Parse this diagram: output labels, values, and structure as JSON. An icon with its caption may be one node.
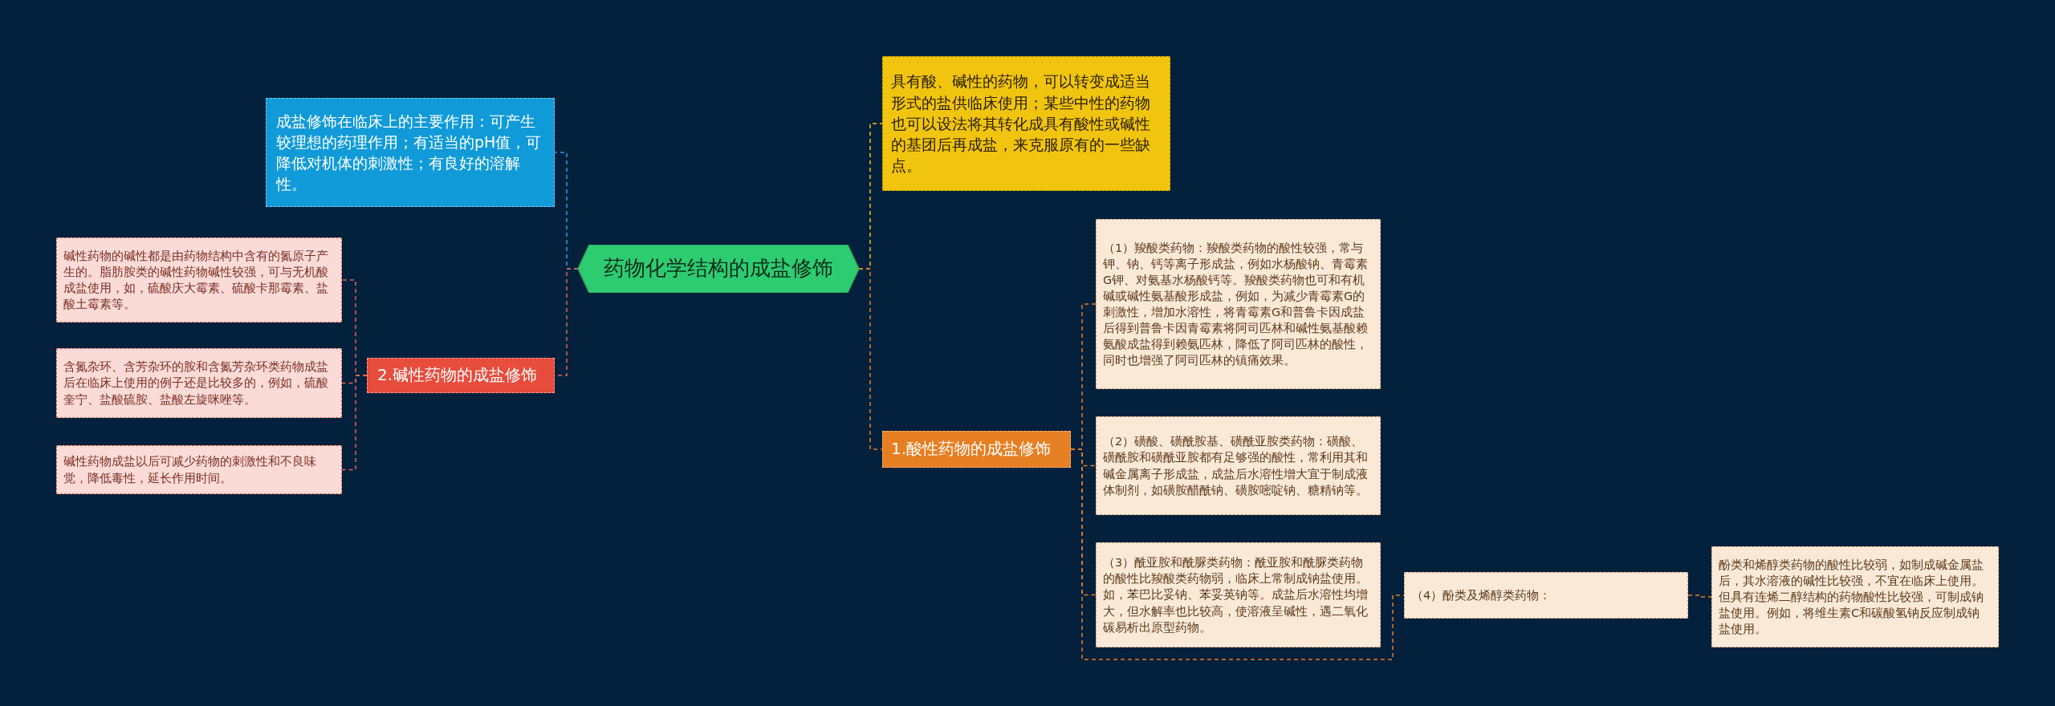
{
  "diagram": {
    "nodes": [
      {
        "text": [
          "药物化学结构的成盐修饰"
        ]
      },
      {
        "text": [
          "成盐修饰在临床上的主要作用：可产生较理想的药理作用；有适当的pH值，可降低对机体的刺激性；有良好的溶解性。"
        ]
      },
      {
        "text": [
          "2.碱性药物的成盐修饰"
        ]
      },
      {
        "text": [
          "碱性药物的碱性都是由药物结构中含有的氮原子产生的。脂肪胺类的碱性药物碱性较强，可与无机酸成盐使用，如，硫酸庆大霉素、硫酸卡那霉素、盐酸土霉素等。"
        ]
      },
      {
        "text": [
          "含氮杂环、含芳杂环的胺和含氮芳杂环类药物成盐后在临床上使用的例子还是比较多的，例如，硫酸奎宁、盐酸硫胺、盐酸左旋咪唑等。"
        ]
      },
      {
        "text": [
          "碱性药物成盐以后可减少药物的刺激性和不良味觉，降低毒性，延长作用时间。"
        ]
      },
      {
        "text": [
          "具有酸、碱性的药物，可以转变成适当形式的盐供临床使用；某些中性的药物也可以设法将其转化成具有酸性或碱性的基团后再成盐，来克服原有的一些缺点。"
        ]
      },
      {
        "text": [
          "1.酸性药物的成盐修饰"
        ]
      },
      {
        "text": [
          "（1）羧酸类药物：羧酸类药物的酸性较强，常与钾、钠、钙等离子形成盐，例如水杨酸钠、青霉素G钾、对氨基水杨酸钙等。羧酸类药物也可和有机碱或碱性氨基酸形成盐，例如，为减少青霉素G的刺激性，增加水溶性，将青霉素G和普鲁卡因成盐后得到普鲁卡因青霉素将阿司匹林和碱性氨基酸赖氨酸成盐得到赖氨匹林，降低了阿司匹林的酸性，同时也增强了阿司匹林的镇痛效果。"
        ]
      },
      {
        "text": [
          "（2）磺酸、磺酰胺基、磺酰亚胺类药物：磺酸、磺酰胺和磺酰亚胺都有足够强的酸性，常利用其和碱金属离子形成盐，成盐后水溶性增大宜于制成液体制剂，如磺胺醋酰钠、磺胺嘧啶钠、糖精钠等。"
        ]
      },
      {
        "text": [
          "（3）酰亚胺和酰脲类药物：酰亚胺和酰脲类药物的酸性比羧酸类药物弱，临床上常制成钠盐使用。如，苯巴比妥钠、苯妥英钠等。成盐后水溶性均增大，但水解率也比较高，使溶液呈碱性，遇二氧化碳易析出原型药物。"
        ]
      },
      {
        "text": [
          "（4）酚类及烯醇类药物："
        ]
      },
      {
        "text": [
          "酚类和烯醇类药物的酸性比较弱，如制成碱金属盐后，其水溶液的碱性比较强，不宜在临床上使用。但具有连烯二醇结构的药物酸性比较强，可制成钠盐使用。例如，将维生素C和碳酸氢钠反应制成钠盐使用。"
        ]
      }
    ],
    "edges": [
      {
        "from": 0,
        "to": 1,
        "arrow": "none",
        "style": "dashed",
        "color": "#2f9fe0"
      },
      {
        "from": 0,
        "to": 2,
        "arrow": "none",
        "style": "dashed",
        "color": "#e0654f"
      },
      {
        "from": 2,
        "to": 3,
        "arrow": "none",
        "style": "dashed",
        "color": "#e0654f"
      },
      {
        "from": 2,
        "to": 4,
        "arrow": "none",
        "style": "dashed",
        "color": "#e0654f"
      },
      {
        "from": 2,
        "to": 5,
        "arrow": "none",
        "style": "dashed",
        "color": "#e0654f"
      },
      {
        "from": 0,
        "to": 6,
        "arrow": "none",
        "style": "dashed",
        "color": "#f1c40f"
      },
      {
        "from": 0,
        "to": 7,
        "arrow": "none",
        "style": "dashed",
        "color": "#e67e22"
      },
      {
        "from": 7,
        "to": 8,
        "arrow": "none",
        "style": "dashed",
        "color": "#e67e22"
      },
      {
        "from": 7,
        "to": 9,
        "arrow": "none",
        "style": "dashed",
        "color": "#e67e22"
      },
      {
        "from": 7,
        "to": 10,
        "arrow": "none",
        "style": "dashed",
        "color": "#e67e22"
      },
      {
        "from": 7,
        "to": 11,
        "arrow": "none",
        "style": "dashed",
        "color": "#e67e22"
      },
      {
        "from": 11,
        "to": 12,
        "arrow": "none",
        "style": "dashed",
        "color": "#e67e22"
      }
    ]
  }
}
